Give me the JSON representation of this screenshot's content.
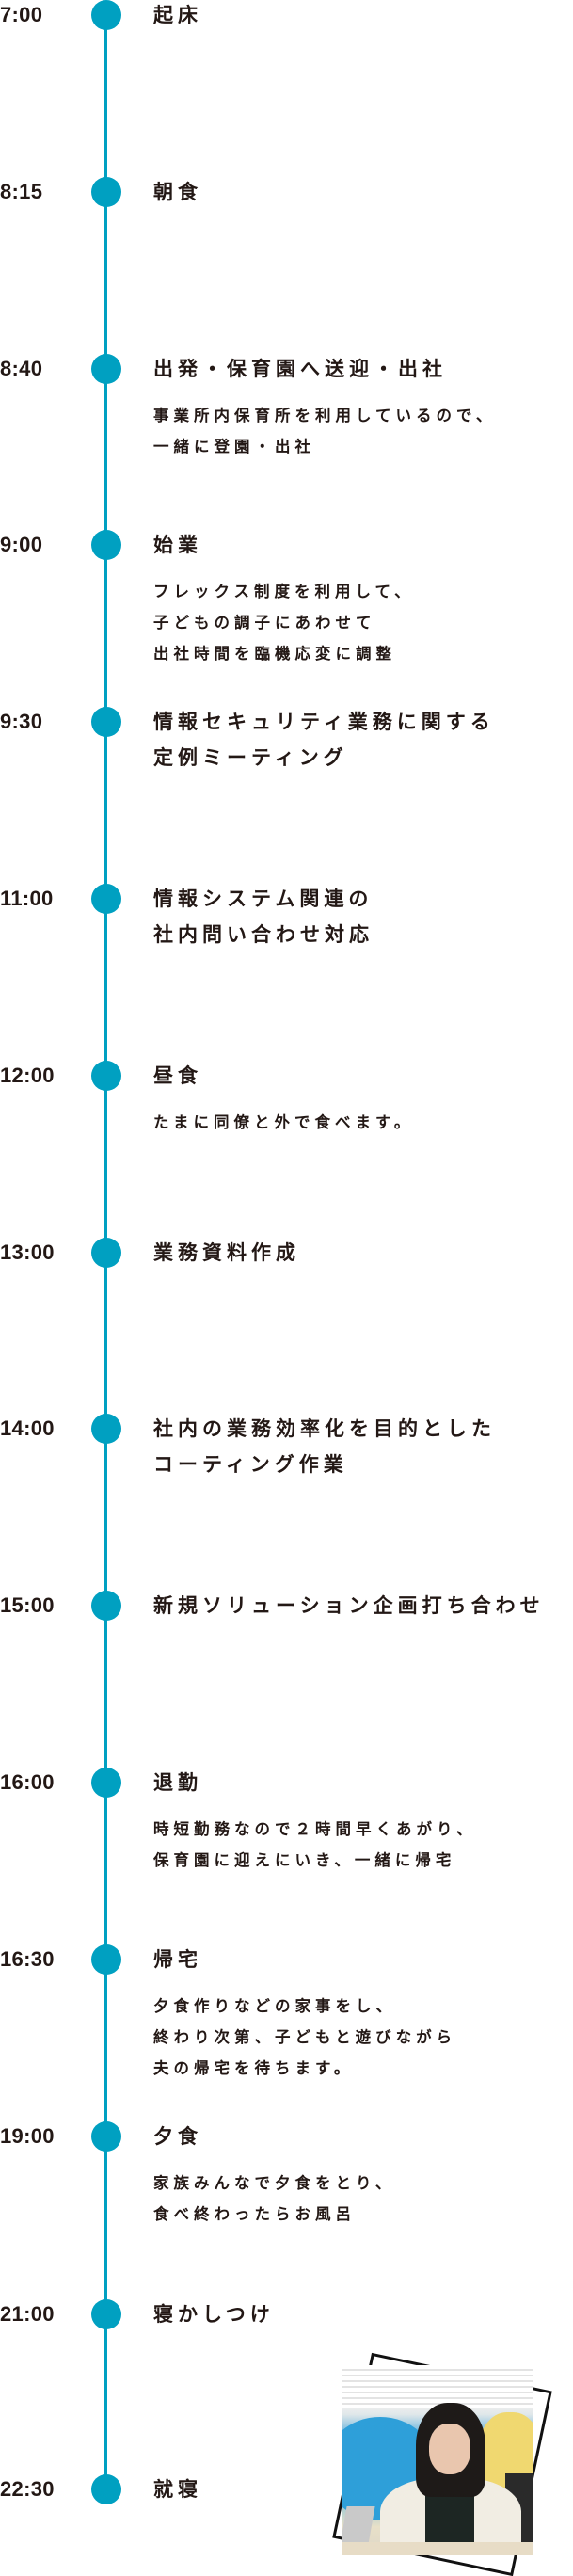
{
  "colors": {
    "accent": "#00a0c1",
    "text": "#231815",
    "frame": "#111111"
  },
  "schedule": [
    {
      "time": "7:00",
      "title": "起床",
      "desc": ""
    },
    {
      "time": "8:15",
      "title": "朝食",
      "desc": ""
    },
    {
      "time": "8:40",
      "title": "出発・保育園へ送迎・出社",
      "desc": "事業所内保育所を利用しているので、\n一緒に登園・出社"
    },
    {
      "time": "9:00",
      "title": "始業",
      "desc": "フレックス制度を利用して、\n子どもの調子にあわせて\n出社時間を臨機応変に調整"
    },
    {
      "time": "9:30",
      "title": "情報セキュリティ業務に関する\n定例ミーティング",
      "desc": ""
    },
    {
      "time": "11:00",
      "title": "情報システム関連の\n社内問い合わせ対応",
      "desc": ""
    },
    {
      "time": "12:00",
      "title": "昼食",
      "desc": "たまに同僚と外で食べます。"
    },
    {
      "time": "13:00",
      "title": "業務資料作成",
      "desc": ""
    },
    {
      "time": "14:00",
      "title": "社内の業務効率化を目的とした\nコーティング作業",
      "desc": ""
    },
    {
      "time": "15:00",
      "title": "新規ソリューション企画打ち合わせ",
      "desc": ""
    },
    {
      "time": "16:00",
      "title": "退勤",
      "desc": "時短勤務なので２時間早くあがり、\n保育園に迎えにいき、一緒に帰宅"
    },
    {
      "time": "16:30",
      "title": "帰宅",
      "desc": "夕食作りなどの家事をし、\n終わり次第、子どもと遊びながら\n夫の帰宅を待ちます。"
    },
    {
      "time": "19:00",
      "title": "夕食",
      "desc": "家族みんなで夕食をとり、\n食べ終わったらお風呂"
    },
    {
      "time": "21:00",
      "title": "寝かしつけ",
      "desc": ""
    },
    {
      "time": "22:30",
      "title": "就寝",
      "desc": ""
    }
  ],
  "photo": {
    "subject": "woman-working-at-laptop"
  }
}
